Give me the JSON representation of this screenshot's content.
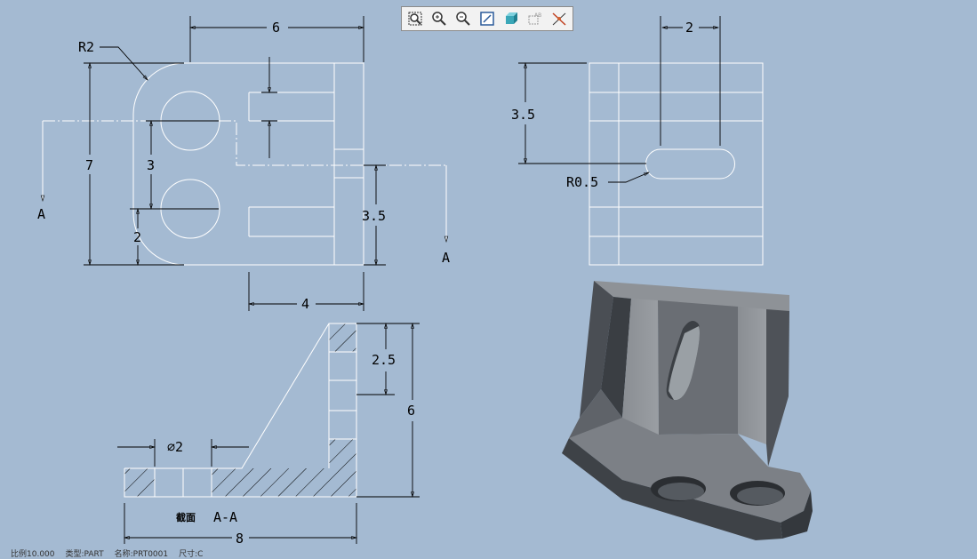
{
  "toolbar": {
    "items": [
      {
        "name": "zoom-window-icon"
      },
      {
        "name": "zoom-in-icon"
      },
      {
        "name": "zoom-out-icon"
      },
      {
        "name": "refit-icon"
      },
      {
        "name": "shading-icon"
      },
      {
        "name": "annotation-display-icon"
      },
      {
        "name": "datum-display-icon"
      }
    ]
  },
  "drawing": {
    "dims": {
      "r2": "R2",
      "w6": "6",
      "h7": "7",
      "h3": "3",
      "h2": "2",
      "h35": "3.5",
      "w4": "4",
      "w2": "2",
      "r05": "R0.5",
      "h35b": "3.5",
      "h25": "2.5",
      "h6": "6",
      "d2": "∅2",
      "w8": "8"
    },
    "section_marks": {
      "left": "A",
      "right": "A"
    },
    "section_label_prefix": "截面",
    "section_label": "A-A"
  },
  "status": {
    "scale": "比例10.000",
    "type": "类型:PART",
    "name": "名称:PRT0001",
    "size": "尺寸:C"
  },
  "colors": {
    "background": "#a4bad2",
    "geometry": "#ffffff",
    "dimension": "#000033"
  }
}
